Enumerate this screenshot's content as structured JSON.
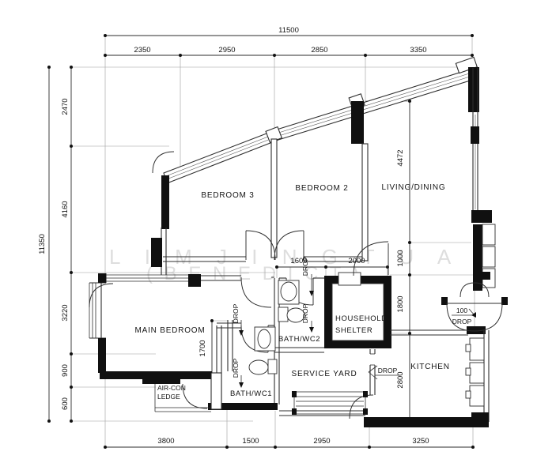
{
  "drawing": {
    "dims": {
      "top_total": "11500",
      "top": [
        "2350",
        "2950",
        "2850",
        "3350"
      ],
      "left_total": "11350",
      "left": [
        "2470",
        "4160",
        "3220",
        "900",
        "600"
      ],
      "bottom": [
        "3800",
        "1500",
        "2950",
        "3250"
      ],
      "mid": [
        "1600",
        "2000"
      ],
      "right": [
        "4472",
        "1000",
        "1800",
        "2800"
      ],
      "main_bedroom": "1700",
      "entrance_drop": "100"
    },
    "rooms": {
      "bedroom3": "BEDROOM 3",
      "bedroom2": "BEDROOM 2",
      "living_dining": "LIVING/DINING",
      "main_bedroom": "MAIN BEDROOM",
      "bath_wc2": "BATH/WC2",
      "bath_wc1": "BATH/WC1",
      "household_shelter_line1": "HOUSEHOLD",
      "household_shelter_line2": "SHELTER",
      "service_yard": "SERVICE YARD",
      "kitchen": "KITCHEN",
      "aircon_line1": "AIR-CON",
      "aircon_line2": "LEDGE"
    },
    "annotations": {
      "drop": "DROP"
    },
    "watermark": {
      "line1": "L I M  J I N G  T U A",
      "line2": "( B E N E D I C T )"
    },
    "colors": {
      "wall": "#101010",
      "line": "#2e2e2e",
      "watermark": "#dedede",
      "background": "#ffffff"
    }
  }
}
